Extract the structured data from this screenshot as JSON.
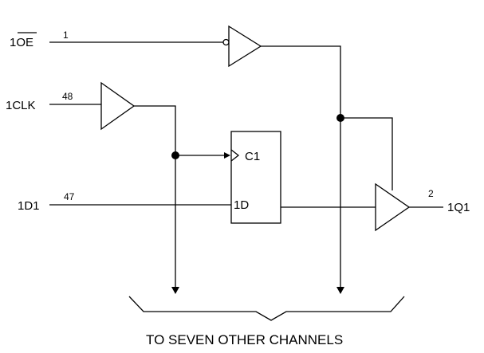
{
  "signals": {
    "oe_prefix": "1",
    "oe_bar": "OE",
    "clk": "1CLK",
    "d": "1D1",
    "q": "1Q1"
  },
  "pins": {
    "oe": "1",
    "clk": "48",
    "d": "47",
    "q": "2"
  },
  "flipflop": {
    "clock_label": "C1",
    "data_label": "1D"
  },
  "caption": "TO SEVEN OTHER CHANNELS"
}
